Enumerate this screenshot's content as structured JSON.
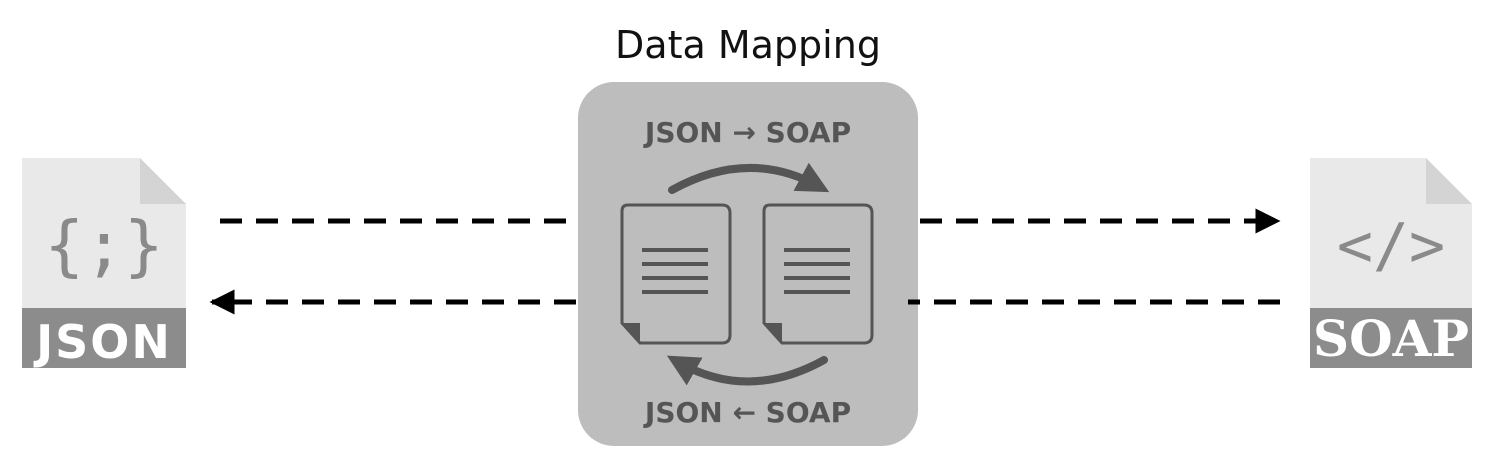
{
  "title": "Data Mapping",
  "mapping_box": {
    "top_label": "JSON → SOAP",
    "bottom_label": "JSON ← SOAP"
  },
  "left_file": {
    "label": "JSON",
    "glyph": "{;}",
    "icon": "json-file-icon"
  },
  "right_file": {
    "label": "SOAP",
    "glyph": "</>",
    "icon": "xml-file-icon"
  },
  "colors": {
    "box": "#bdbdbd",
    "file_body": "#e9e9e9",
    "file_fold": "#d4d4d4",
    "file_band": "#8c8c8c",
    "doc_stroke": "#555555",
    "arrow": "#000000"
  }
}
